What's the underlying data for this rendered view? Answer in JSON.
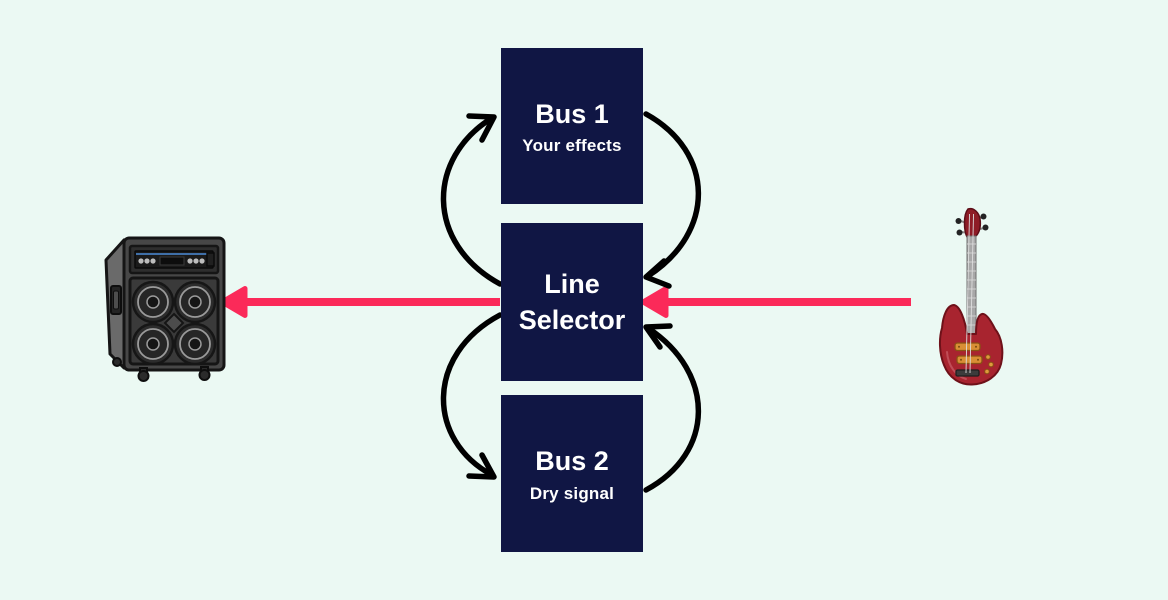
{
  "page": {
    "background_color": "#ebf9f3",
    "description": "Bass guitar signal flow diagram with a line selector routing to two buses"
  },
  "palette": {
    "node_background": "#101644",
    "node_text": "#ffffff",
    "bus_loop_arrow": "#000000",
    "signal_arrow": "#fb2a59"
  },
  "nodes": {
    "bus1": {
      "title": "Bus 1",
      "subtitle": "Your effects"
    },
    "line_selector": {
      "title": "Line Selector"
    },
    "bus2": {
      "title": "Bus 2",
      "subtitle": "Dry signal"
    }
  },
  "icons": {
    "left": "bass-amp-cabinet-icon",
    "right": "bass-guitar-icon"
  }
}
